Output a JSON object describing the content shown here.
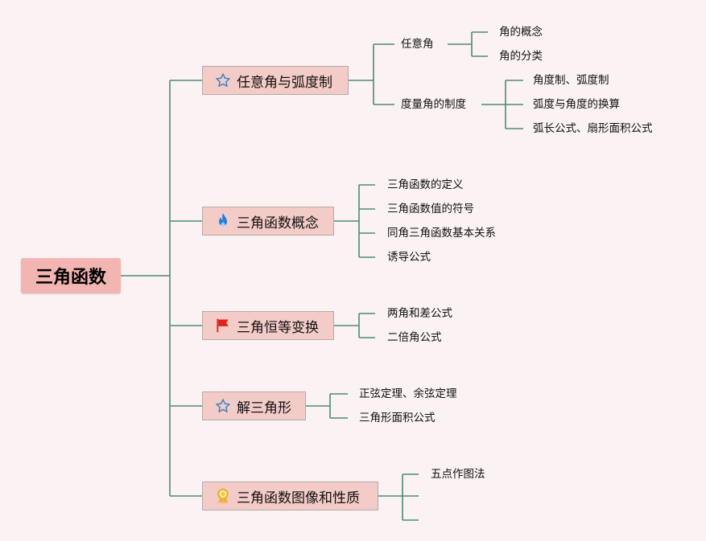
{
  "root": {
    "label": "三角函数"
  },
  "topics": [
    {
      "label": "任意角与弧度制",
      "icon": "star-icon"
    },
    {
      "label": "三角函数概念",
      "icon": "flame-icon"
    },
    {
      "label": "三角恒等变换",
      "icon": "red-flag-icon"
    },
    {
      "label": "解三角形",
      "icon": "star-icon"
    },
    {
      "label": "三角函数图像和性质",
      "icon": "award-medal-icon"
    }
  ],
  "t1": {
    "sub1": {
      "label": "任意角",
      "children": [
        "角的概念",
        "角的分类"
      ]
    },
    "sub2": {
      "label": "度量角的制度",
      "children": [
        "角度制、弧度制",
        "弧度与角度的换算",
        "弧长公式、扇形面积公式"
      ]
    }
  },
  "t2": {
    "children": [
      "三角函数的定义",
      "三角函数值的符号",
      "同角三角函数基本关系",
      "诱导公式"
    ]
  },
  "t3": {
    "children": [
      "两角和差公式",
      "二倍角公式"
    ]
  },
  "t4": {
    "children": [
      "正弦定理、余弦定理",
      "三角形面积公式"
    ]
  },
  "t5": {
    "children": [
      "五点作图法",
      "",
      ""
    ]
  },
  "colors": {
    "line": "#4f8a78",
    "root_bg": "#f3b5b2",
    "topic_bg": "#f3cbc7",
    "background": "#fbf2f3"
  }
}
